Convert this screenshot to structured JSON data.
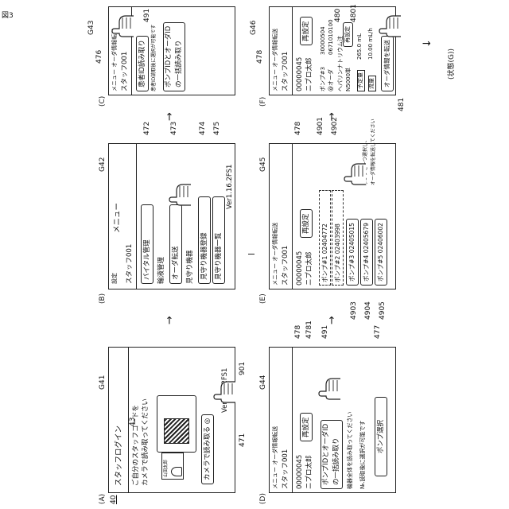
{
  "figure_label": "図3",
  "ref_40": "40",
  "state_g": "(状態(G))",
  "panels": {
    "A": {
      "letter": "(A)",
      "ref": "G41",
      "title": "スタッフログイン",
      "instr1": "ご自分のスタッフコードを",
      "instr2": "カメラで読み取ってください",
      "card_name": "山田太郎",
      "ref_43": "43",
      "button": "カメラで読み取る",
      "ref_471": "471",
      "ref_901": "901",
      "version": "Ver1.16.2FS1"
    },
    "B": {
      "letter": "(B)",
      "ref": "G42",
      "settings": "設定",
      "menu": "メニュー",
      "staff": "スタッフ001",
      "items": [
        "バイタル管理",
        "輸液管理",
        "オーダ転送",
        "見守り機器",
        "見守り機器登録",
        "見守り機器一覧"
      ],
      "ref_472": "472",
      "ref_473": "473",
      "ref_474": "474",
      "ref_475": "475",
      "version": "Ver1.16.2FS1"
    },
    "C": {
      "letter": "(C)",
      "ref": "G43",
      "header": "メニュー オーダ情報転送",
      "staff": "スタッフ001",
      "btn1": "患者ID読み取り",
      "note": "患者ID読取後に選択が可能です",
      "btn2a": "ポンプIDとオーダID",
      "btn2b": "の一括読み取り",
      "ref_476": "476",
      "ref_491": "491"
    },
    "D": {
      "letter": "(D)",
      "ref": "G44",
      "header": "メニュー オーダ情報転送",
      "staff": "スタッフ001",
      "pid": "00000045",
      "pname": "ニプロ太郎",
      "reset": "再設定",
      "btn2a": "ポンプIDとオーダID",
      "btn2b": "の一括読み取り",
      "note1": "機器全体を読み取ってください",
      "note2": "№.読取後に選択が可能です",
      "pump_select": "ポンプ選択",
      "ref_478": "478",
      "ref_4781": "4781",
      "ref_491": "491",
      "ref_477": "477"
    },
    "E": {
      "letter": "(E)",
      "ref": "G45",
      "header": "メニュー オーダ情報転送",
      "staff": "スタッフ001",
      "pid": "00000045",
      "pname": "ニプロ太郎",
      "reset": "再設定",
      "pumps": [
        {
          "name": "ポンプ#1",
          "code": "02404772"
        },
        {
          "name": "ポンプ#2",
          "code": "02403998"
        },
        {
          "name": "ポンプ#3",
          "code": "02405015"
        },
        {
          "name": "ポンプ#4",
          "code": "02405679"
        },
        {
          "name": "ポンプ#5",
          "code": "02406002"
        }
      ],
      "note1": "ポンプを一つ選択し、",
      "note2": "オーダ情報を転送してください",
      "ref_478": "478",
      "ref_4901": "4901",
      "ref_4902": "4902",
      "ref_4903": "4903",
      "ref_4904": "4904",
      "ref_4905": "4905"
    },
    "F": {
      "letter": "(F)",
      "ref": "G46",
      "header": "メニュー オーダ情報転送",
      "staff": "スタッフ001",
      "pid": "00000045",
      "pname": "ニプロ太郎",
      "reset": "再設定",
      "pump": "ポンプ#3",
      "order": "@オーダ",
      "order_id1": "30000504",
      "order_id2": "0671010100",
      "drug": "ヘパリンナトリウム注",
      "drug2": "N5000単",
      "qty": "265.0 mL",
      "planned": "予定量",
      "rate_label": "流量",
      "rate": "10.00 mL/h",
      "send": "オーダ情報を転送",
      "ref_478": "478",
      "ref_480": "480",
      "ref_4801": "4801",
      "ref_481": "481"
    }
  }
}
